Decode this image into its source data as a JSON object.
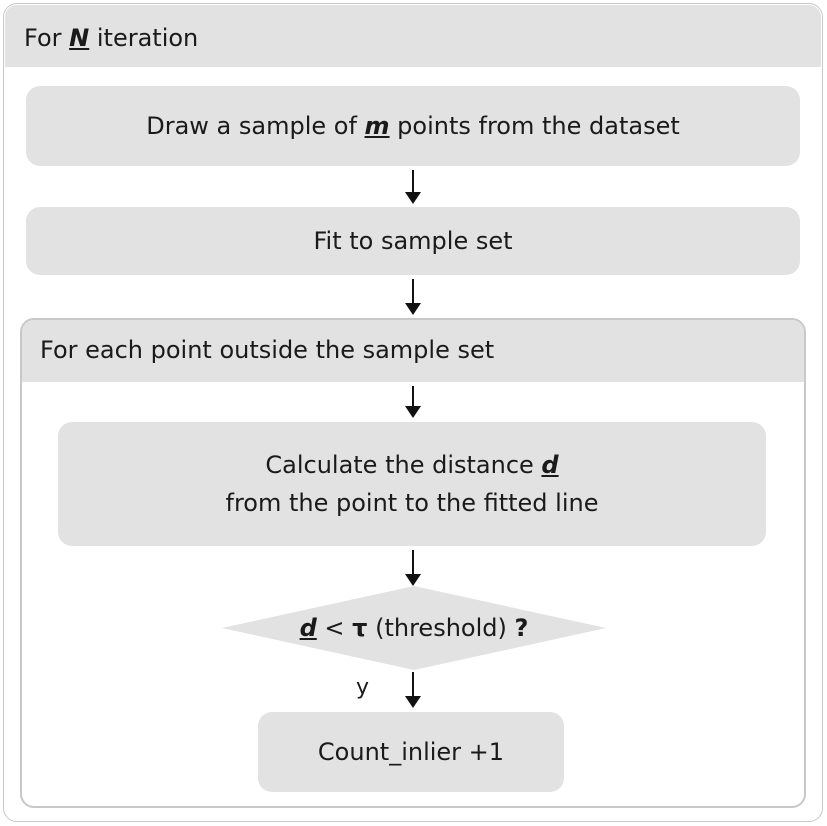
{
  "outer": {
    "prefix": "For ",
    "var": "N",
    "suffix": " iteration"
  },
  "steps": {
    "draw": {
      "prefix": "Draw a sample of ",
      "var": "m",
      "suffix": " points from the dataset"
    },
    "fit": {
      "label": "Fit to sample set"
    }
  },
  "inner": {
    "title": "For each point outside the sample set",
    "calc": {
      "line1_prefix": "Calculate the distance ",
      "line1_var": "d",
      "line2": "from the point to the fitted line"
    },
    "decision": {
      "var": "d",
      "op": " < ",
      "tau": "τ",
      "rest": " (threshold) ",
      "q": "?"
    },
    "yes_label": "y",
    "count": {
      "label": "Count_inlier +1"
    }
  }
}
